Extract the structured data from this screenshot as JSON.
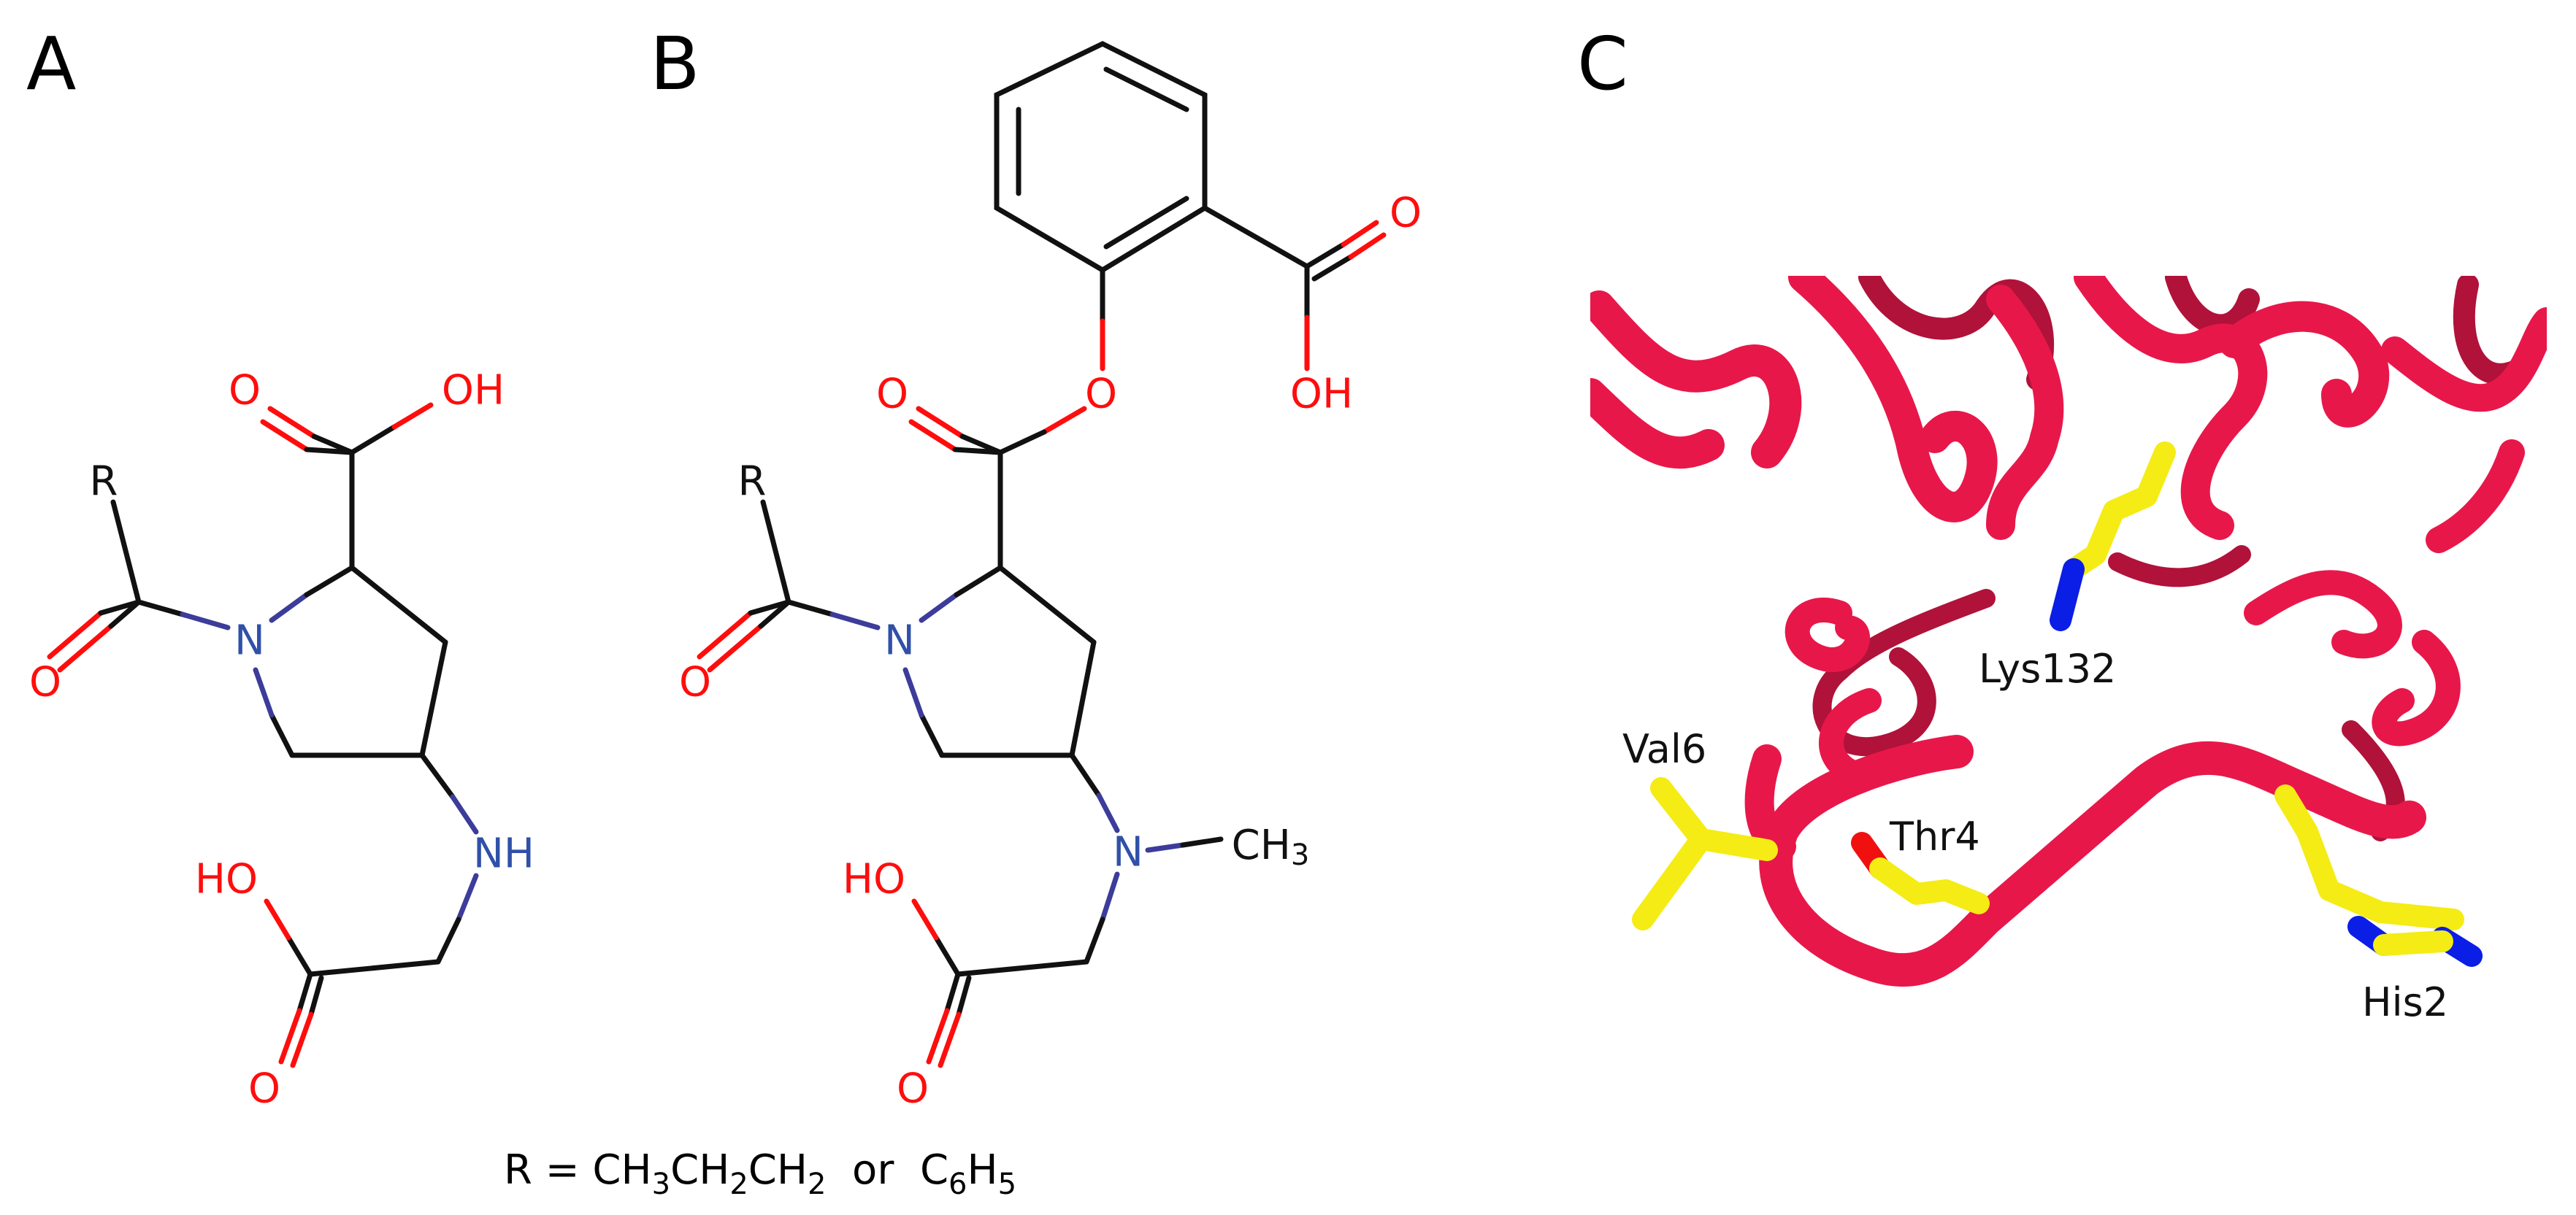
{
  "panels": {
    "a": {
      "letter": "A"
    },
    "b": {
      "letter": "B"
    },
    "c": {
      "letter": "C"
    }
  },
  "structure_a": {
    "atoms": {
      "r": "R",
      "o_acyl": "O",
      "n_ring": "N",
      "o_carbonyl": "O",
      "oh_acid": "OH",
      "nh": "NH",
      "ho_gly": "HO",
      "o_gly": "O"
    }
  },
  "structure_b": {
    "atoms": {
      "o_benzoic": "O",
      "oh_benzoic": "OH",
      "o_ester": "O",
      "o_ester_carbonyl": "O",
      "r": "R",
      "o_acyl": "O",
      "n_ring": "N",
      "n_amine": "N",
      "ch3": "CH",
      "ch3_sub": "3",
      "ho_gly": "HO",
      "o_gly": "O"
    }
  },
  "caption": {
    "prefix": "R = CH",
    "sub1": "3",
    "mid1": "CH",
    "sub2": "2",
    "mid2": "CH",
    "sub3": "2",
    "or": "  or  C",
    "sub4": "6",
    "h": "H",
    "sub5": "5"
  },
  "protein": {
    "residues": {
      "lys": "Lys132",
      "val": "Val6",
      "thr": "Thr4",
      "his": "His2"
    },
    "colors": {
      "ribbon": "#e8174a",
      "carbon": "#f4ec14",
      "nitrogen": "#0a1ee6",
      "oxygen": "#f01010"
    }
  }
}
